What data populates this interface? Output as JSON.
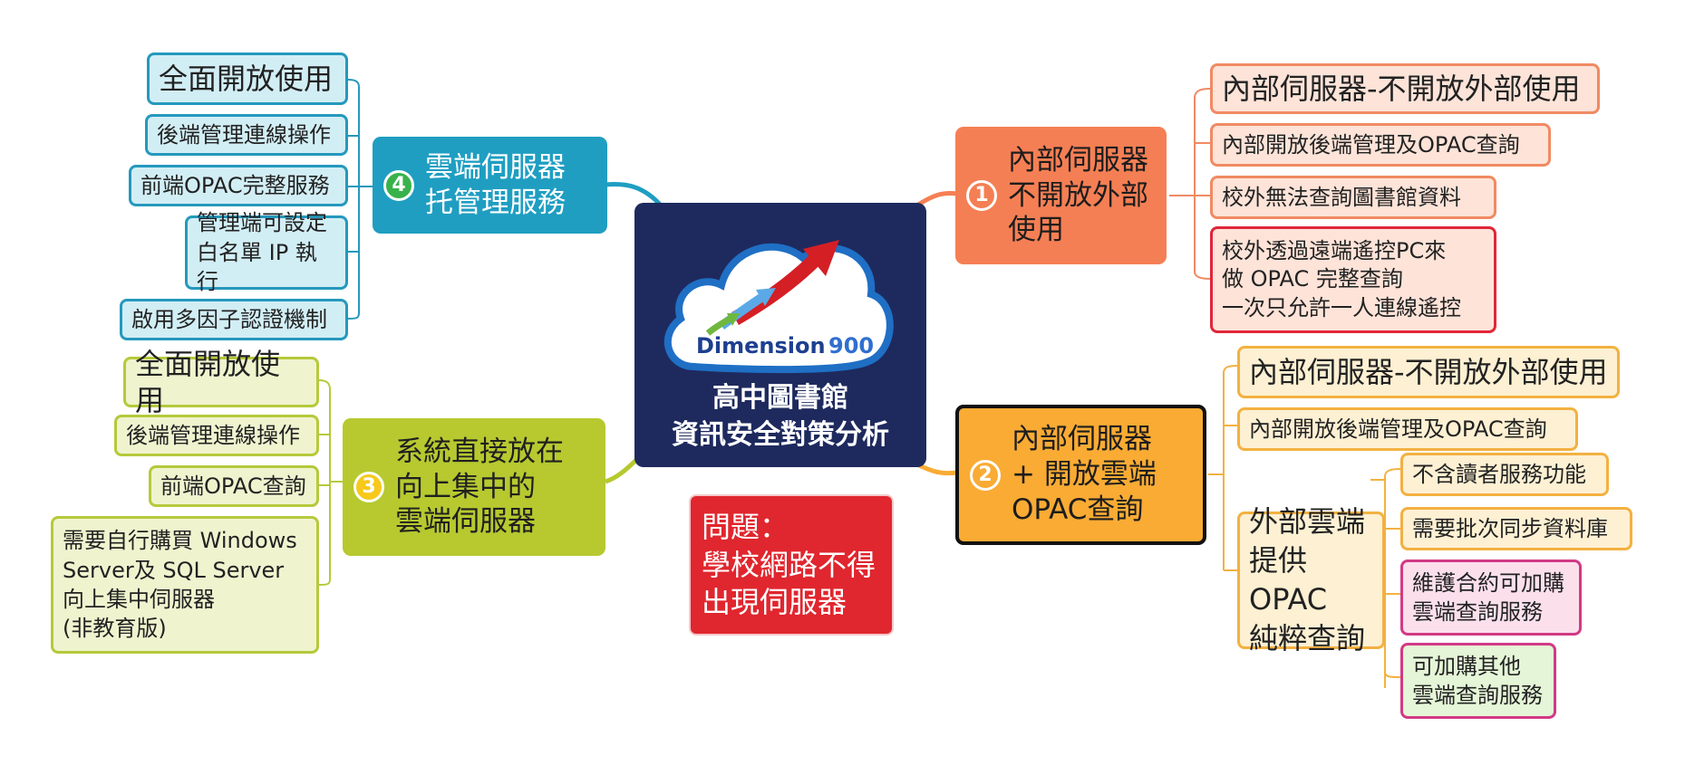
{
  "center": {
    "logo_text": "Dimension",
    "logo_number": "900",
    "title_line1": "高中圖書館",
    "title_line2": "資訊安全對策分析"
  },
  "problem": {
    "text": "問題：\n學校網路不得\n出現伺服器"
  },
  "branches": {
    "b1": {
      "number": "1",
      "text": "內部伺服器\n不開放外部\n使用"
    },
    "b2": {
      "number": "2",
      "text": "內部伺服器\n+ 開放雲端\nOPAC查詢"
    },
    "b3": {
      "number": "3",
      "text": "系統直接放在\n向上集中的\n雲端伺服器"
    },
    "b4": {
      "number": "4",
      "text": "雲端伺服器\n托管理服務"
    }
  },
  "leaves": {
    "b1": [
      "內部伺服器-不開放外部使用",
      "內部開放後端管理及OPAC查詢",
      "校外無法查詢圖書館資料",
      "校外透過遠端遙控PC來\n做 OPAC 完整查詢\n一次只允許一人連線遙控"
    ],
    "b2": [
      "內部伺服器-不開放外部使用",
      "內部開放後端管理及OPAC查詢",
      "外部雲端\n提供OPAC\n純粹查詢",
      "不含讀者服務功能",
      "需要批次同步資料庫",
      "維護合約可加購\n雲端查詢服務",
      "可加購其他\n雲端查詢服務"
    ],
    "b3": [
      "全面開放使用",
      "後端管理連線操作",
      "前端OPAC查詢",
      "需要自行購買 Windows\nServer及 SQL Server\n向上集中伺服器\n(非教育版)"
    ],
    "b4": [
      "全面開放使用",
      "後端管理連線操作",
      "前端OPAC完整服務",
      "管理端可設定\n白名單 IP 執行",
      "啟用多因子認證機制"
    ]
  },
  "colors": {
    "center": "#1e2a5e",
    "branch1": "#f57f54",
    "branch2": "#f9ab34",
    "branch3": "#b7c92f",
    "branch4": "#1f9ec2",
    "problem": "#e0262e"
  }
}
